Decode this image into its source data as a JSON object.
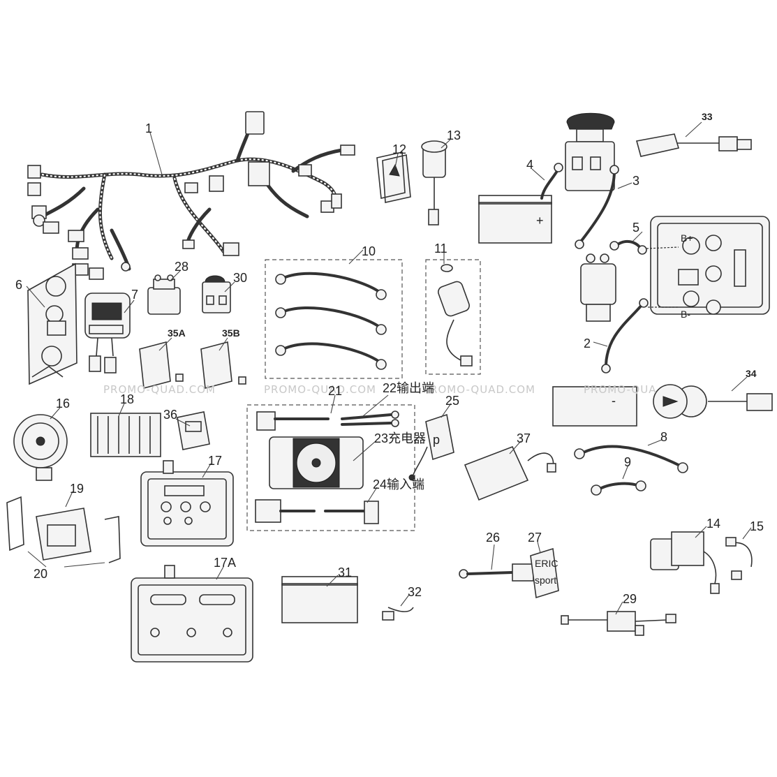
{
  "watermark": {
    "text": "PROMO-QUAD.COM",
    "text_cut": "PROMO-QUA"
  },
  "callouts": {
    "c1": "1",
    "c2": "2",
    "c3": "3",
    "c4": "4",
    "c5": "5",
    "c6": "6",
    "c7": "7",
    "c8": "8",
    "c9": "9",
    "c10": "10",
    "c11": "11",
    "c12": "12",
    "c13": "13",
    "c14": "14",
    "c15": "15",
    "c16": "16",
    "c17": "17",
    "c17A": "17A",
    "c18": "18",
    "c19": "19",
    "c20": "20",
    "c21": "21",
    "c22": "22输出端",
    "c23": "23充电器",
    "c24": "24输入端",
    "c25": "25",
    "c26": "26",
    "c27": "27",
    "c28": "28",
    "c29": "29",
    "c30": "30",
    "c31": "31",
    "c32": "32",
    "c33": "33",
    "c34": "34",
    "c35A": "35A",
    "c35B": "35B",
    "c36": "36",
    "c37": "37"
  },
  "terminal_labels": {
    "b_plus": "B+",
    "b_minus": "B-",
    "plus": "+",
    "minus": "-"
  },
  "part_markings": {
    "tag_p": "p",
    "eric_line1": "ERIC",
    "eric_line2": "sport"
  }
}
